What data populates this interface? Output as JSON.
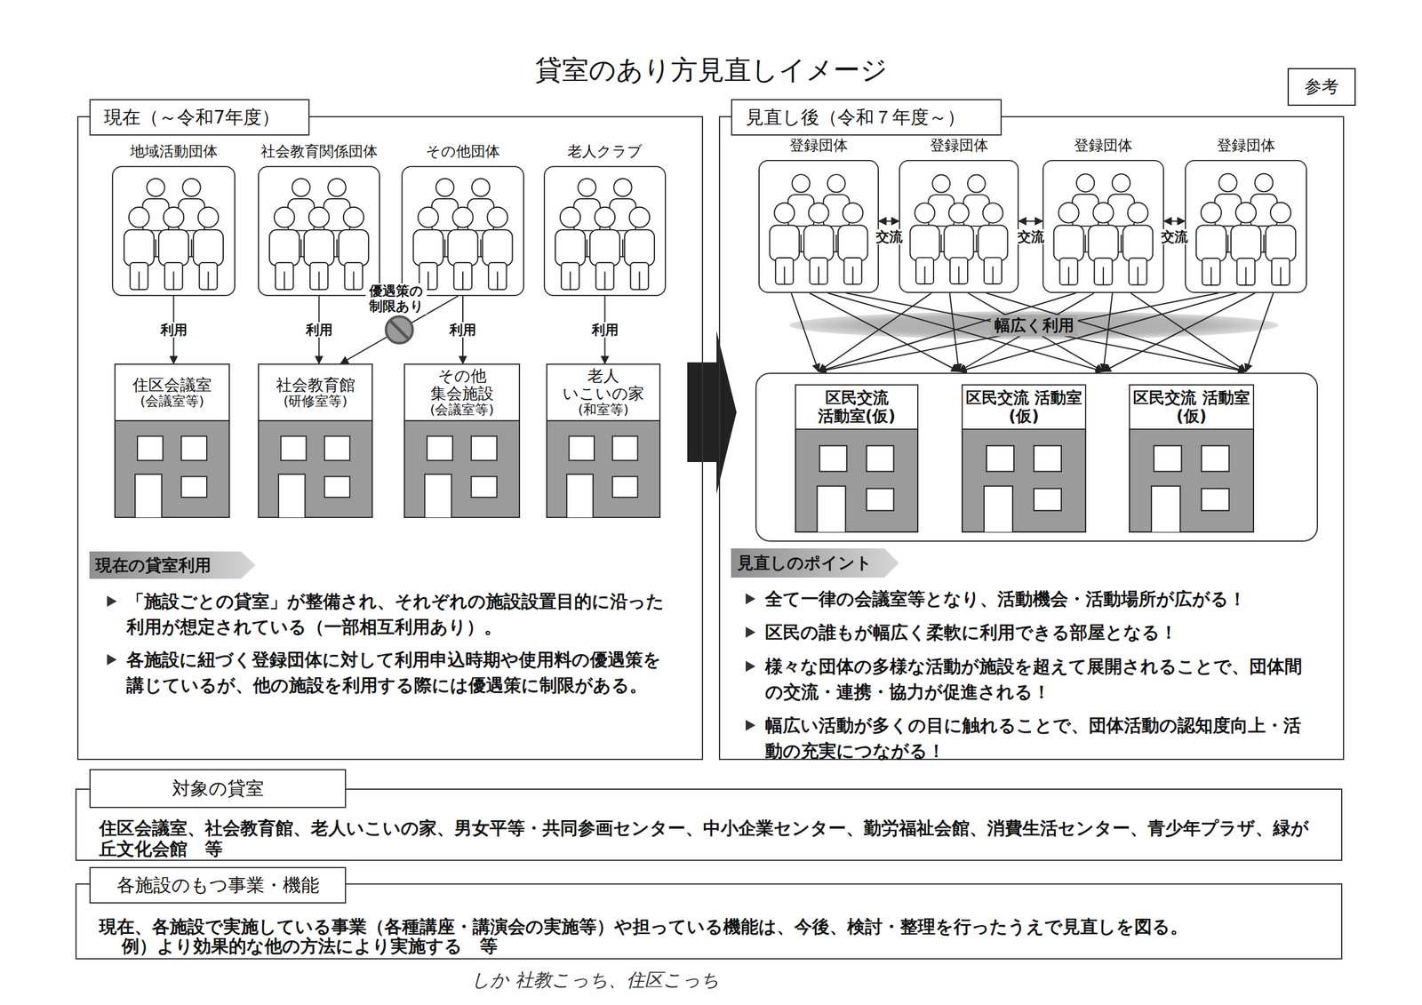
{
  "diagram": {
    "title": "貸室のあり方見直しイメージ",
    "nodes": [
      {
        "text": [
          "参考"
        ]
      },
      {
        "text": [
          "現在（～令和7年度）"
        ]
      },
      {
        "text": [
          "地域活動団体"
        ],
        "in": 1
      },
      {
        "text": [
          "社会教育関係団体"
        ],
        "in": 1
      },
      {
        "text": [
          "その他団体"
        ],
        "in": 1
      },
      {
        "text": [
          "老人クラブ"
        ],
        "in": 1
      },
      {
        "text": [
          "住区会議室",
          "(会議室等)"
        ],
        "in": 1
      },
      {
        "text": [
          "社会教育館",
          "(研修室等)"
        ],
        "in": 1
      },
      {
        "text": [
          "その他 集会施設",
          "(会議室等)"
        ],
        "in": 1
      },
      {
        "text": [
          "老人 いこいの家",
          "(和室等)"
        ],
        "in": 1
      },
      {
        "text": [
          "現在の貸室利用"
        ],
        "in": 1
      },
      {
        "text": [
          "見直し後（令和７年度～）"
        ]
      },
      {
        "text": [
          "登録団体"
        ],
        "in": 11
      },
      {
        "text": [
          "登録団体"
        ],
        "in": 11
      },
      {
        "text": [
          "登録団体"
        ],
        "in": 11
      },
      {
        "text": [
          "登録団体"
        ],
        "in": 11
      },
      {
        "text": [],
        "in": 11
      },
      {
        "text": [
          "区民交流 活動室(仮)"
        ],
        "in": 16
      },
      {
        "text": [
          "区民交流 活動室(仮)"
        ],
        "in": 16
      },
      {
        "text": [
          "区民交流 活動室(仮)"
        ],
        "in": 16
      },
      {
        "text": [
          "見直しのポイント"
        ],
        "in": 11
      },
      {
        "text": [
          "対象の貸室",
          "住区会議室、社会教育館、老人いこいの家、男女平等・共同参画センター、中小企業センター、勤労福祉会館、消費生活センター、青少年プラザ、緑が丘文化会館　等"
        ]
      },
      {
        "text": [
          "各施設のもつ事業・機能",
          "現在、各施設で実施している事業（各種講座・講演会の実施等）や担っている機能は、今後、検討・整理を行ったうえで見直しを図る。",
          "例）より効果的な他の方法により実施する　等"
        ]
      }
    ],
    "edges": [
      {
        "from": 2,
        "to": 6,
        "label": "利用",
        "arrow": "to"
      },
      {
        "from": 3,
        "to": 7,
        "label": "利用",
        "arrow": "to"
      },
      {
        "from": 4,
        "to": 8,
        "label": "利用",
        "arrow": "to"
      },
      {
        "from": 5,
        "to": 9,
        "label": "利用",
        "arrow": "to"
      },
      {
        "from": 4,
        "to": 7,
        "label": "優遇策の制限あり",
        "arrow": "to"
      },
      {
        "from": 12,
        "to": 13,
        "label": "交流",
        "arrow": "both"
      },
      {
        "from": 13,
        "to": 14,
        "label": "交流",
        "arrow": "both"
      },
      {
        "from": 14,
        "to": 15,
        "label": "交流",
        "arrow": "both"
      },
      {
        "from": 12,
        "to": 16,
        "arrow": "to"
      },
      {
        "from": 13,
        "to": 16,
        "arrow": "to"
      },
      {
        "from": 14,
        "to": 16,
        "arrow": "to"
      },
      {
        "from": 15,
        "to": 16,
        "arrow": "to"
      }
    ],
    "labels": [
      "「施設ごとの貸室」が整備され、それぞれの施設設置目的に沿った利用が想定されている（一部相互利用あり）。",
      "各施設に紐づく登録団体に対して利用申込時期や使用料の優遇策を講じているが、他の施設を利用する際には優遇策に制限がある。",
      "全て一律の会議室等となり、活動機会・活動場所が広がる！",
      "区民の誰もが幅広く柔軟に利用できる部屋となる！",
      "様々な団体の多様な活動が施設を超えて展開されることで、団体間の交流・連携・協力が促進される！",
      "幅広い活動が多くの目に触れることで、団体活動の認知度向上・活動の充実につながる！",
      "幅広く利用",
      "しか 社教こっち、住区こっち"
    ]
  }
}
